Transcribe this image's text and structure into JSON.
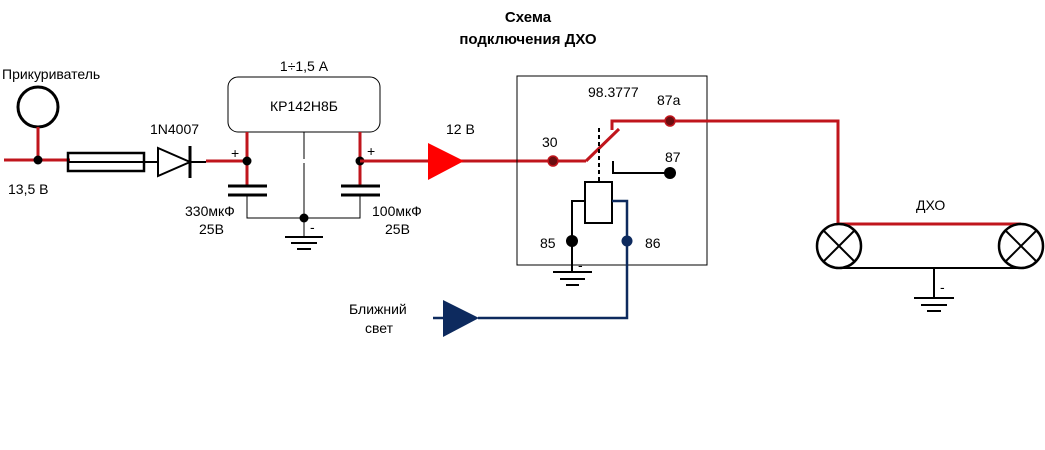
{
  "title": {
    "line1": "Схема",
    "line2": "подключения ДХО"
  },
  "labels": {
    "lighter": "Прикуриватель",
    "input_voltage": "13,5 В",
    "diode": "1N4007",
    "regulator_current": "1÷1,5 А",
    "regulator": "КР142Н8Б",
    "cap1_value": "330мкФ",
    "cap1_voltage": "25В",
    "cap2_value": "100мкФ",
    "cap2_voltage": "25В",
    "plus": "+",
    "minus": "-",
    "output_voltage": "12 В",
    "relay": "98.3777",
    "pin_30": "30",
    "pin_87a": "87а",
    "pin_87": "87",
    "pin_85": "85",
    "pin_86": "86",
    "low_beam_line1": "Ближний",
    "low_beam_line2": "свет",
    "drl": "ДХО"
  },
  "colors": {
    "power": "#c0151c",
    "signal": "#0d2a5e",
    "wire": "#000000"
  }
}
